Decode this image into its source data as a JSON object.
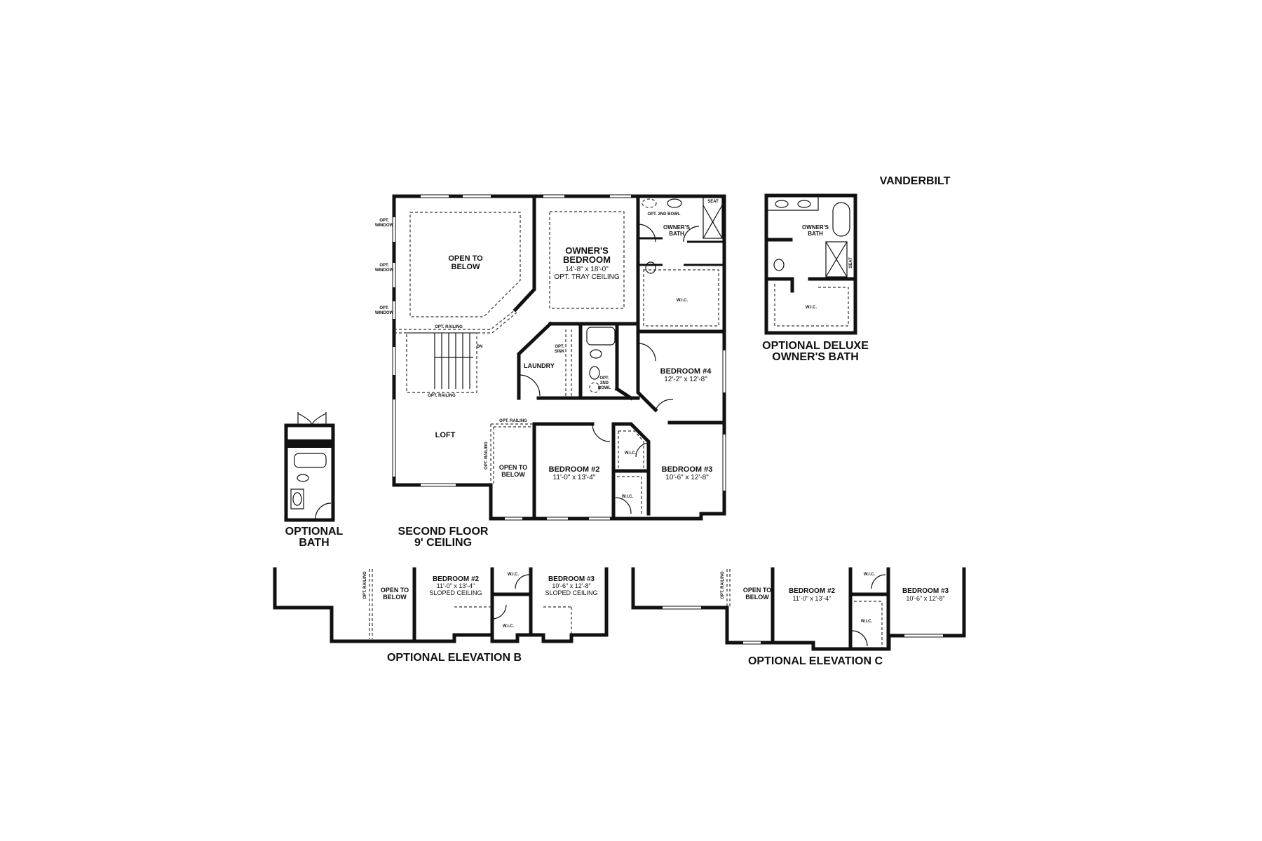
{
  "plan_name": "VANDERBILT",
  "main_plan": {
    "title": "SECOND FLOOR",
    "subtitle": "9' CEILING",
    "rooms": {
      "open_to_below_upper": {
        "label_1": "OPEN TO",
        "label_2": "BELOW"
      },
      "owners_bedroom": {
        "label_1": "OWNER'S",
        "label_2": "BEDROOM",
        "dims": "14'-8\" x 18'-0\"",
        "note": "OPT. TRAY CEILING"
      },
      "owners_bath": {
        "label_1": "OWNER'S",
        "label_2": "BATH",
        "opt_bowl": "OPT. 2ND BOWL",
        "seat": "SEAT"
      },
      "owners_wic": {
        "label": "W.I.C."
      },
      "laundry": {
        "label": "LAUNDRY",
        "opt_sink_1": "OPT.",
        "opt_sink_2": "SINK"
      },
      "hall_bath": {
        "opt_bowl_1": "OPT.",
        "opt_bowl_2": "2ND",
        "opt_bowl_3": "BOWL"
      },
      "bedroom_4": {
        "label": "BEDROOM #4",
        "dims": "12'-2\" x 12'-8\""
      },
      "loft": {
        "label": "LOFT"
      },
      "open_to_below_lower": {
        "label_1": "OPEN TO",
        "label_2": "BELOW"
      },
      "bedroom_2": {
        "label": "BEDROOM #2",
        "dims": "11'-0\" x 13'-4\""
      },
      "bedroom_3": {
        "label": "BEDROOM #3",
        "dims": "10'-6\" x 12'-8\""
      },
      "wic_1": "W.I.C.",
      "wic_2": "W.I.C."
    },
    "railing_labels": [
      "OPT. RAILING",
      "OPT. RAILING",
      "OPT. RAILING",
      "OPT. RAILING"
    ],
    "stairs_label": "DN",
    "window_labels": [
      {
        "l1": "OPT.",
        "l2": "WINDOW"
      },
      {
        "l1": "OPT.",
        "l2": "WINDOW"
      },
      {
        "l1": "OPT.",
        "l2": "WINDOW"
      }
    ]
  },
  "optional_bath": {
    "title_1": "OPTIONAL",
    "title_2": "BATH"
  },
  "deluxe_bath": {
    "title_1": "OPTIONAL DELUXE",
    "title_2": "OWNER'S BATH",
    "bath_1": "OWNER'S",
    "bath_2": "BATH",
    "wic": "W.I.C.",
    "seat": "SEAT"
  },
  "elevation_b": {
    "title": "OPTIONAL ELEVATION B",
    "railing": "OPT. RAILING",
    "open_1": "OPEN TO",
    "open_2": "BELOW",
    "bed2": "BEDROOM #2",
    "bed2_dims": "11'-0\" x 13'-4\"",
    "bed2_note": "SLOPED CEILING",
    "bed3": "BEDROOM #3",
    "bed3_dims": "10'-6\" x 12'-8\"",
    "bed3_note": "SLOPED CEILING",
    "wic_1": "W.I.C.",
    "wic_2": "W.I.C."
  },
  "elevation_c": {
    "title": "OPTIONAL ELEVATION C",
    "railing": "OPT. RAILING",
    "open_1": "OPEN TO",
    "open_2": "BELOW",
    "bed2": "BEDROOM #2",
    "bed2_dims": "11'-0\" x 13'-4\"",
    "bed3": "BEDROOM #3",
    "bed3_dims": "10'-6\" x 12'-8\"",
    "wic_1": "W.I.C.",
    "wic_2": "W.I.C."
  }
}
